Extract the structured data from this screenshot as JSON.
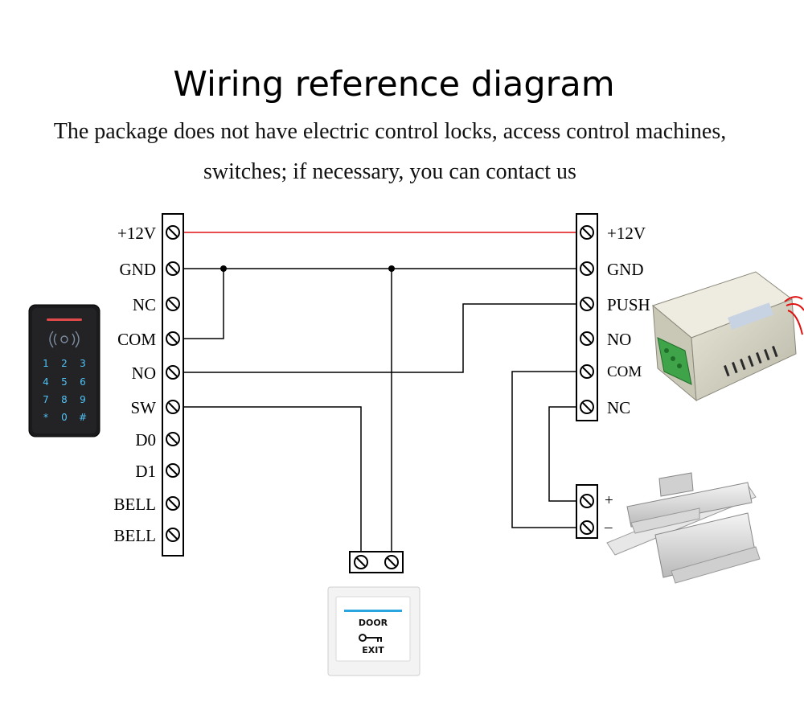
{
  "title": "Wiring reference diagram",
  "subtitle_line1": "The package does not have electric control locks, access control machines,",
  "subtitle_line2": "switches; if necessary, you can contact us",
  "keypad": {
    "keys": [
      "1",
      "2",
      "3",
      "4",
      "5",
      "6",
      "7",
      "8",
      "9",
      "*",
      "0",
      "#"
    ]
  },
  "reader_terminals": [
    "+12V",
    "GND",
    "NC",
    "COM",
    "NO",
    "SW",
    "D0",
    "D1",
    "BELL",
    "BELL"
  ],
  "power_terminals": [
    "+12V",
    "GND",
    "PUSH",
    "NO",
    "COM",
    "NC"
  ],
  "lock_terminals": [
    "+",
    "–"
  ],
  "exit_button": {
    "top": "DOOR",
    "bottom": "EXIT"
  },
  "colors": {
    "power_wire": "#e01010",
    "wire": "#000000",
    "accent_glow": "#29a6e0"
  }
}
